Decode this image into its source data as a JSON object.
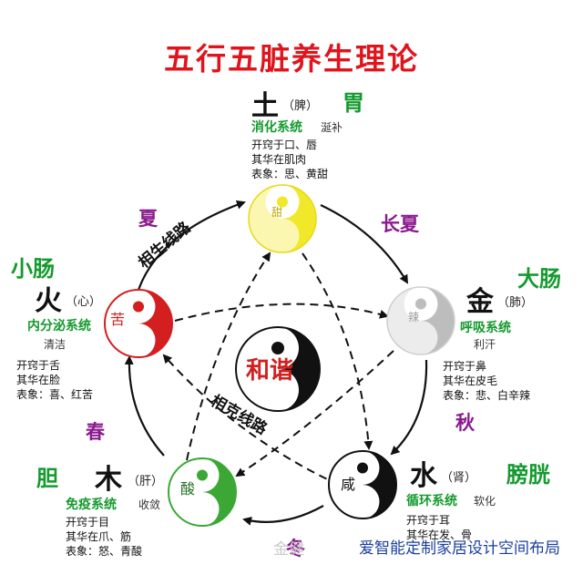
{
  "title": "五行五脏养生理论",
  "center": {
    "label": "和谐"
  },
  "cycles": {
    "generating": "相生线路",
    "controlling": "相克线路"
  },
  "seasons": {
    "summer": "夏",
    "late_summer": "长夏",
    "spring": "春",
    "autumn": "秋",
    "winter": "冬"
  },
  "earth": {
    "element": "土",
    "organ": "（脾）",
    "fu": "胃",
    "system": "消化系统",
    "fluid": "涎补",
    "lines": [
      "开窍于口、唇",
      "其华在肌肉",
      "表象：思、黄甜"
    ],
    "taste": "甜"
  },
  "fire": {
    "element": "火",
    "organ": "（心）",
    "fu": "小肠",
    "system": "内分泌系统",
    "fluid": "清洁",
    "lines": [
      "开窍于舌",
      "其华在脸",
      "表象：喜、红苦"
    ],
    "taste": "苦"
  },
  "metal": {
    "element": "金",
    "organ": "（肺）",
    "fu": "大肠",
    "system": "呼吸系统",
    "fluid": "利汗",
    "lines": [
      "开窍于鼻",
      "其华在皮毛",
      "表象：悲、白辛辣"
    ],
    "taste": "辣"
  },
  "wood": {
    "element": "木",
    "organ": "（肝）",
    "fu": "胆",
    "system": "免疫系统",
    "fluid": "收敛",
    "lines": [
      "开窍于目",
      "其华在爪、筋",
      "表象：怒、青酸"
    ],
    "taste": "酸"
  },
  "water": {
    "element": "水",
    "organ": "（肾）",
    "fu": "膀胱",
    "system": "循环系统",
    "fluid": "软化",
    "lines": [
      "开窍于耳",
      "其华在发、骨"
    ],
    "taste": "咸"
  },
  "watermark": {
    "faded": "金健",
    "text": "爱智能定制家居设计空间布局"
  }
}
